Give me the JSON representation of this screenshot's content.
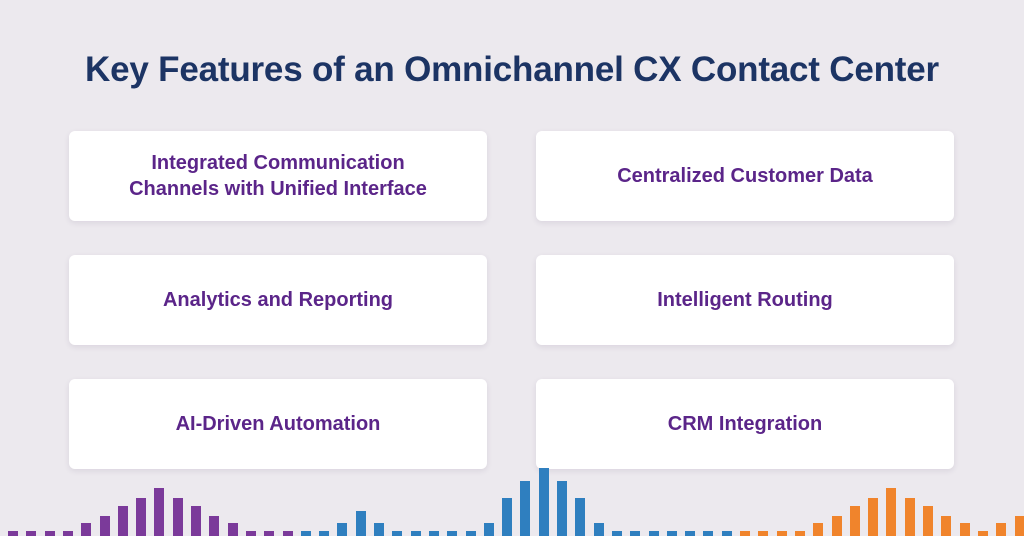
{
  "title": "Key Features of an Omnichannel CX Contact Center",
  "features": [
    {
      "lines": [
        "Integrated Communication",
        "Channels with Unified Interface"
      ]
    },
    {
      "lines": [
        "Centralized Customer Data"
      ]
    },
    {
      "lines": [
        "Analytics and Reporting"
      ]
    },
    {
      "lines": [
        "Intelligent Routing"
      ]
    },
    {
      "lines": [
        "AI-Driven Automation"
      ]
    },
    {
      "lines": [
        "CRM Integration"
      ]
    }
  ],
  "decor": {
    "colors": {
      "purple": "#7b3a9a",
      "blue": "#2f7fbf",
      "orange": "#f0842c"
    },
    "waveform": [
      {
        "c": "purple",
        "h": 0.07
      },
      {
        "c": "purple",
        "h": 0.07
      },
      {
        "c": "purple",
        "h": 0.07
      },
      {
        "c": "purple",
        "h": 0.07
      },
      {
        "c": "purple",
        "h": 0.19
      },
      {
        "c": "purple",
        "h": 0.3
      },
      {
        "c": "purple",
        "h": 0.44
      },
      {
        "c": "purple",
        "h": 0.56
      },
      {
        "c": "purple",
        "h": 0.7
      },
      {
        "c": "purple",
        "h": 0.56
      },
      {
        "c": "purple",
        "h": 0.44
      },
      {
        "c": "purple",
        "h": 0.3
      },
      {
        "c": "purple",
        "h": 0.19
      },
      {
        "c": "purple",
        "h": 0.07
      },
      {
        "c": "purple",
        "h": 0.07
      },
      {
        "c": "purple",
        "h": 0.07
      },
      {
        "c": "blue",
        "h": 0.07
      },
      {
        "c": "blue",
        "h": 0.07
      },
      {
        "c": "blue",
        "h": 0.19
      },
      {
        "c": "blue",
        "h": 0.37
      },
      {
        "c": "blue",
        "h": 0.19
      },
      {
        "c": "blue",
        "h": 0.07
      },
      {
        "c": "blue",
        "h": 0.07
      },
      {
        "c": "blue",
        "h": 0.07
      },
      {
        "c": "blue",
        "h": 0.07
      },
      {
        "c": "blue",
        "h": 0.07
      },
      {
        "c": "blue",
        "h": 0.19
      },
      {
        "c": "blue",
        "h": 0.56
      },
      {
        "c": "blue",
        "h": 0.81
      },
      {
        "c": "blue",
        "h": 1.0
      },
      {
        "c": "blue",
        "h": 0.81
      },
      {
        "c": "blue",
        "h": 0.56
      },
      {
        "c": "blue",
        "h": 0.19
      },
      {
        "c": "blue",
        "h": 0.07
      },
      {
        "c": "blue",
        "h": 0.07
      },
      {
        "c": "blue",
        "h": 0.07
      },
      {
        "c": "blue",
        "h": 0.07
      },
      {
        "c": "blue",
        "h": 0.07
      },
      {
        "c": "blue",
        "h": 0.07
      },
      {
        "c": "blue",
        "h": 0.07
      },
      {
        "c": "orange",
        "h": 0.07
      },
      {
        "c": "orange",
        "h": 0.07
      },
      {
        "c": "orange",
        "h": 0.07
      },
      {
        "c": "orange",
        "h": 0.07
      },
      {
        "c": "orange",
        "h": 0.19
      },
      {
        "c": "orange",
        "h": 0.3
      },
      {
        "c": "orange",
        "h": 0.44
      },
      {
        "c": "orange",
        "h": 0.56
      },
      {
        "c": "orange",
        "h": 0.7
      },
      {
        "c": "orange",
        "h": 0.56
      },
      {
        "c": "orange",
        "h": 0.44
      },
      {
        "c": "orange",
        "h": 0.3
      },
      {
        "c": "orange",
        "h": 0.19
      },
      {
        "c": "orange",
        "h": 0.07
      },
      {
        "c": "orange",
        "h": 0.19
      },
      {
        "c": "orange",
        "h": 0.3
      }
    ]
  }
}
